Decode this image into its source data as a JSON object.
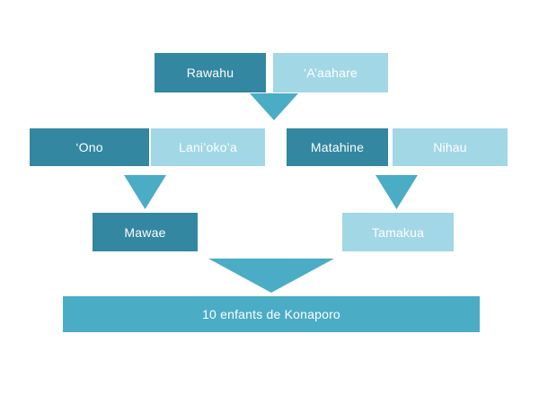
{
  "diagram": {
    "title_text": "",
    "background_color": "#FFFFFF",
    "palette": {
      "dark_teal": "#3387A0",
      "light_blue": "#A2D7E6",
      "medium_blue": "#4BACC6"
    },
    "generations": [
      {
        "id": "generation-1",
        "nodes": [
          {
            "id": "node-rawahu",
            "label": "Rawahu",
            "color_role": "dark_teal"
          },
          {
            "id": "node-aaahare",
            "label": "‘A’aahare",
            "color_role": "light_blue"
          }
        ]
      },
      {
        "id": "generation-2",
        "nodes": [
          {
            "id": "node-ono",
            "label": "‘Ono",
            "color_role": "dark_teal"
          },
          {
            "id": "node-lanioko-a",
            "label": "Lani’oko’a",
            "color_role": "light_blue"
          },
          {
            "id": "node-matahine",
            "label": "Matahine",
            "color_role": "dark_teal"
          },
          {
            "id": "node-nihau",
            "label": "Nihau",
            "color_role": "light_blue"
          }
        ]
      },
      {
        "id": "generation-3",
        "nodes": [
          {
            "id": "node-mawae",
            "label": "Mawae",
            "color_role": "dark_teal"
          },
          {
            "id": "node-tamakua",
            "label": "Tamakua",
            "color_role": "light_blue"
          }
        ]
      }
    ],
    "result_banner": {
      "id": "banner-offspring",
      "label": "10 enfants de Konaporo",
      "color_role": "medium_blue"
    },
    "connectors": [
      {
        "id": "arrow-gen1-to-gen2",
        "direction": "down",
        "color_role": "medium_blue"
      },
      {
        "id": "arrow-gen2-left-to-mawae",
        "direction": "down",
        "color_role": "medium_blue"
      },
      {
        "id": "arrow-gen2-right-to-tamakua",
        "direction": "down",
        "color_role": "medium_blue"
      },
      {
        "id": "arrow-gen3-to-banner",
        "direction": "down",
        "color_role": "medium_blue"
      }
    ]
  }
}
